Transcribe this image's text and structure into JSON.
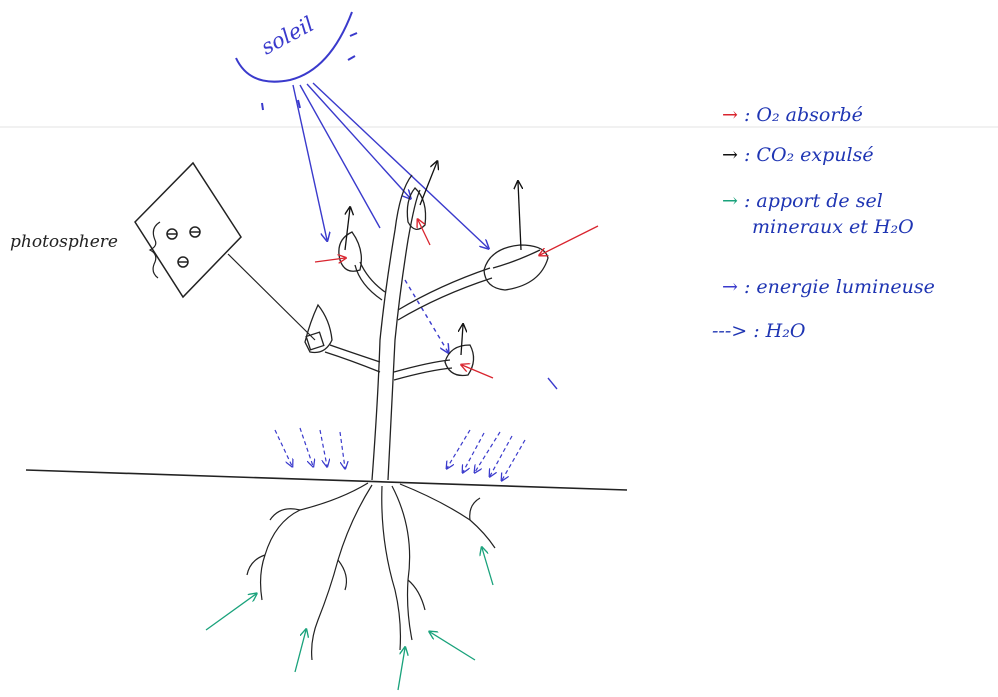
{
  "diagram": {
    "sun_label": "soleil",
    "photosphere_label": "photosphere"
  },
  "legend": [
    {
      "arrow": "→",
      "text": ": O₂ absorbé",
      "color": "#d9252f"
    },
    {
      "arrow": "→",
      "text": ": CO₂ expulsé",
      "color": "#111111"
    },
    {
      "arrow": "→",
      "text": ": apport de sel",
      "color": "#19a27b"
    },
    {
      "arrow": "",
      "text": "mineraux et H₂O",
      "color": "#19a27b"
    },
    {
      "arrow": "→",
      "text": ": energie lumineuse",
      "color": "#3a3acc"
    },
    {
      "arrow": "--->",
      "text": ": H₂O",
      "color": "#1f35b3"
    }
  ],
  "colors": {
    "o2": "#d9252f",
    "co2": "#111111",
    "minerals": "#19a27b",
    "light": "#3a3acc",
    "water": "#3a3acc",
    "ink": "#222222"
  }
}
